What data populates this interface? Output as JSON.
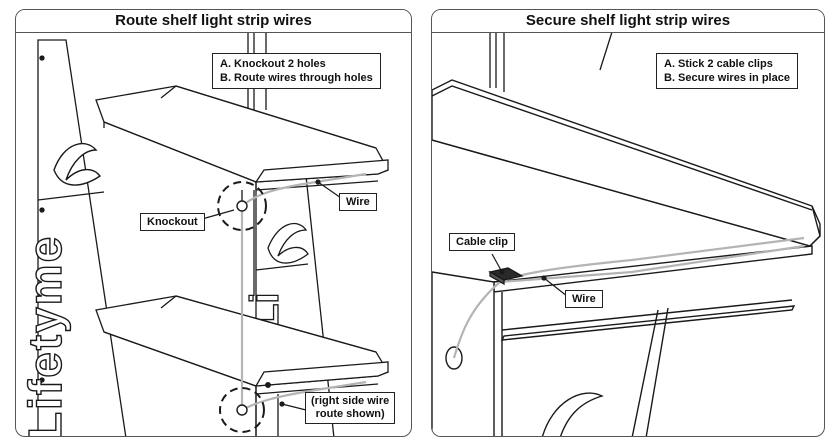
{
  "left_panel": {
    "title": "Route shelf light strip wires",
    "steps": [
      "A. Knockout 2 holes",
      "B. Route wires through holes"
    ],
    "labels": {
      "knockout": "Knockout",
      "wire": "Wire"
    },
    "note": [
      "(right side wire",
      "route shown)"
    ]
  },
  "right_panel": {
    "title": "Secure shelf light strip wires",
    "steps": [
      "A. Stick 2 cable clips",
      "B. Secure wires in place"
    ],
    "labels": {
      "cable_clip": "Cable clip",
      "wire": "Wire"
    }
  },
  "brand_text": "Lifetyme",
  "colors": {
    "wire": "#b4b4b4",
    "line": "#1a1a1a",
    "frame": "#555555"
  }
}
